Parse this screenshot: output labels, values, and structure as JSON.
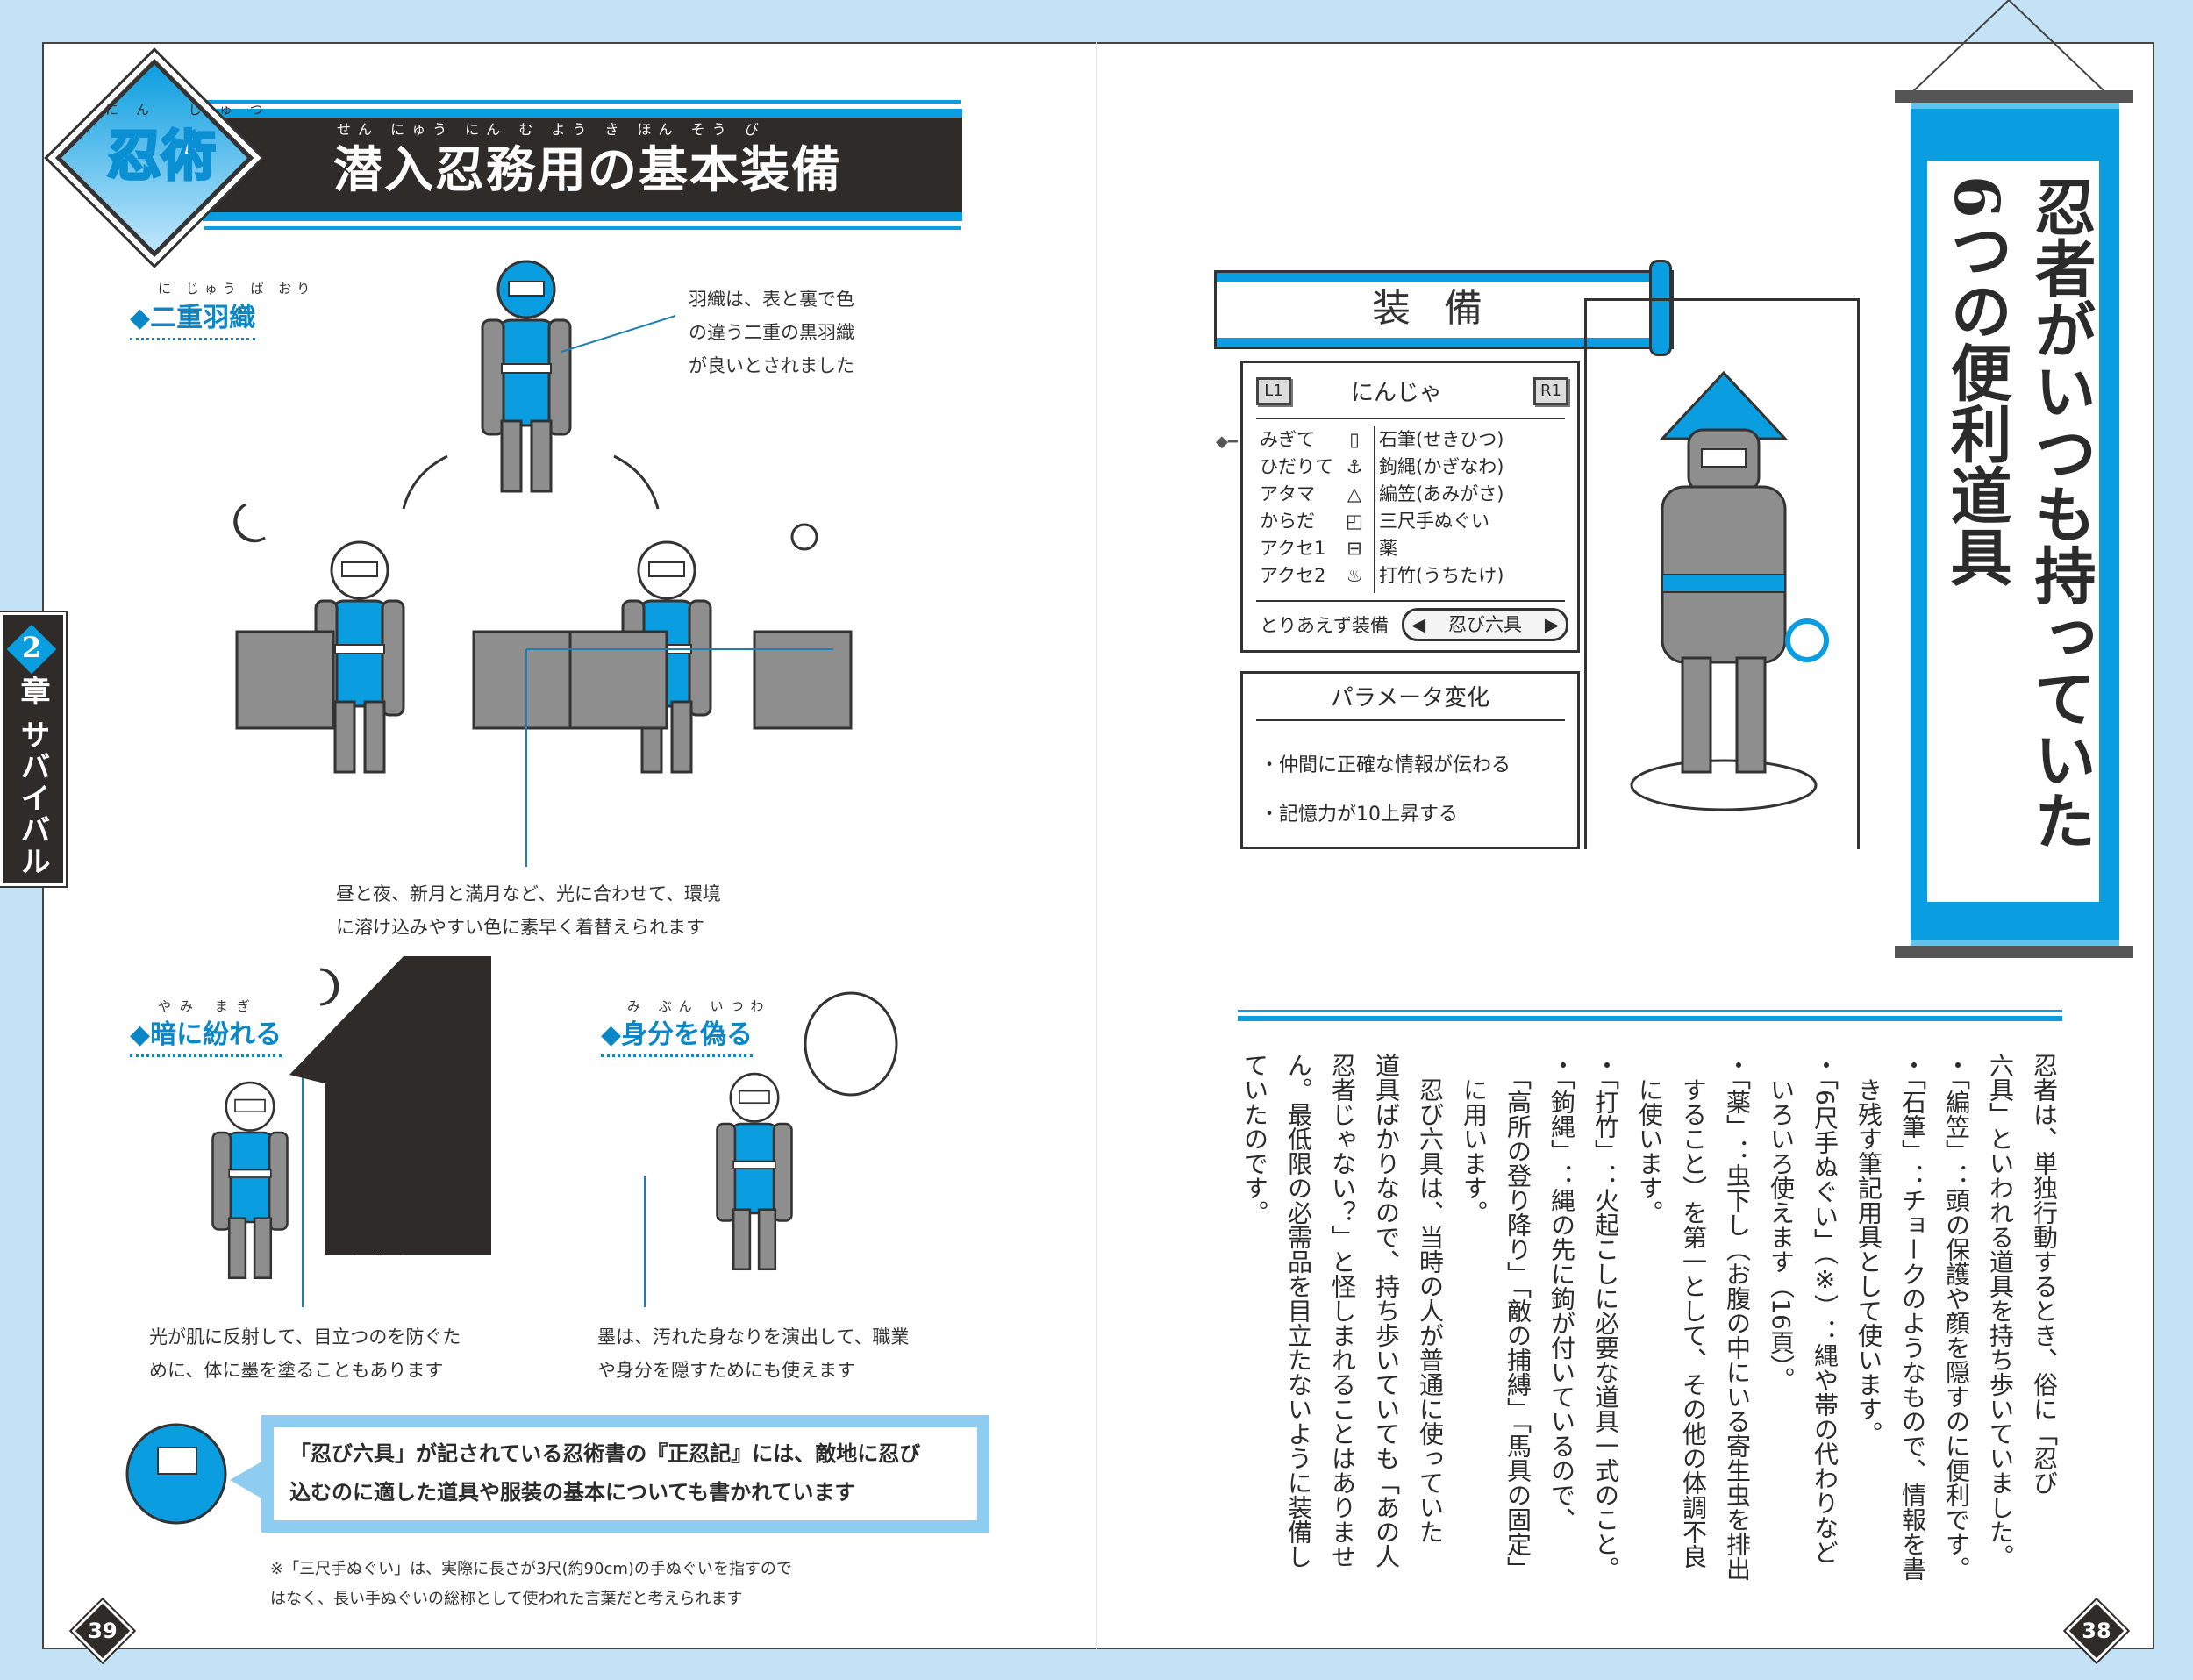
{
  "left_page": {
    "badge": {
      "text": "忍術",
      "ruby": "にん じゅつ"
    },
    "title": {
      "text": "潜入忍務用の基本装備",
      "ruby": "せん にゅう にん む よう き ほん そう び"
    },
    "chapter_tab": {
      "number": "2",
      "label": "章 サバイバル"
    },
    "section1": {
      "label": "◆二重羽織",
      "ruby": "に じゅう ば おり"
    },
    "caption_haori": [
      "羽織は、表と裏で色",
      "の違う二重の黒羽織",
      "が良いとされました"
    ],
    "caption_daynight": [
      "昼と夜、新月と満月など、光に合わせて、環境",
      "に溶け込みやすい色に素早く着替えられます"
    ],
    "section2": {
      "label": "◆暗に紛れる",
      "ruby": "やみ まぎ"
    },
    "caption_dark": [
      "光が肌に反射して、目立つのを防ぐた",
      "めに、体に墨を塗ることもあります"
    ],
    "section3": {
      "label": "◆身分を偽る",
      "ruby": "み ぶん いつわ"
    },
    "caption_disguise": [
      "墨は、汚れた身なりを演出して、職業",
      "や身分を隠すためにも使えます"
    ],
    "speech": [
      "「忍び六具」が記されている忍術書の『正忍記』には、敵地に忍び",
      "込むのに適した道具や服装の基本についても書かれています"
    ],
    "footnote": [
      "※「三尺手ぬぐい」は、実際に長さが3尺(約90cm)の手ぬぐいを指すので",
      "はなく、長い手ぬぐいの総称として使われた言葉だと考えられます"
    ],
    "page_number": "39"
  },
  "right_page": {
    "equip_header": "装備",
    "equip_panel": {
      "left_key": "L1",
      "right_key": "R1",
      "character": "にんじゃ",
      "slots": [
        {
          "slot": "みぎて",
          "icon": "pencil-icon",
          "item": "石筆(せきひつ)"
        },
        {
          "slot": "ひだりて",
          "icon": "hook-icon",
          "item": "鉤縄(かぎなわ)"
        },
        {
          "slot": "アタマ",
          "icon": "hat-icon",
          "item": "編笠(あみがさ)"
        },
        {
          "slot": "からだ",
          "icon": "cloth-icon",
          "item": "三尺手ぬぐい"
        },
        {
          "slot": "アクセ1",
          "icon": "medicine-icon",
          "item": "薬"
        },
        {
          "slot": "アクセ2",
          "icon": "fire-icon",
          "item": "打竹(うちたけ)"
        }
      ],
      "quick_equip_label": "とりあえず装備",
      "quick_equip_value": "忍び六具"
    },
    "param_panel": {
      "title": "パラメータ変化",
      "effects": [
        "・仲間に正確な情報が伝わる",
        "・記憶力が10上昇する"
      ]
    },
    "scroll_title": [
      "忍者がいつも持っていた",
      "6つの便利道具"
    ],
    "body_columns": [
      "忍者は、単独行動するとき、俗に「忍び",
      "六具」といわれる道具を持ち歩いていました。",
      "・「編笠」：頭の保護や顔を隠すのに便利です。",
      "・「石筆」：チョークのようなもので、情報を書",
      "　き残す筆記用具として使います。",
      "・「6尺手ぬぐい」（※）：縄や帯の代わりなど",
      "　いろいろ使えます（16頁）。",
      "・「薬」：虫下し（お腹の中にいる寄生虫を排出",
      "　すること）を第一として、その他の体調不良",
      "　に使います。",
      "・「打竹」：火起こしに必要な道具一式のこと。",
      "・「鉤縄」：縄の先に鉤が付いているので、",
      "　「高所の登り降り」「敵の捕縛」「馬具の固定」",
      "　に用います。",
      "　忍び六具は、当時の人が普通に使っていた",
      "道具ばかりなので、持ち歩いていても「あの人",
      "忍者じゃない？」と怪しまれることはありませ",
      "ん。最低限の必需品を目立たないように装備し",
      "ていたのです。"
    ],
    "page_number": "38"
  },
  "colors": {
    "accent": "#0a9de0",
    "dark": "#2f2b29",
    "background": "#c4e2f5",
    "gray": "#8e8e8e"
  }
}
